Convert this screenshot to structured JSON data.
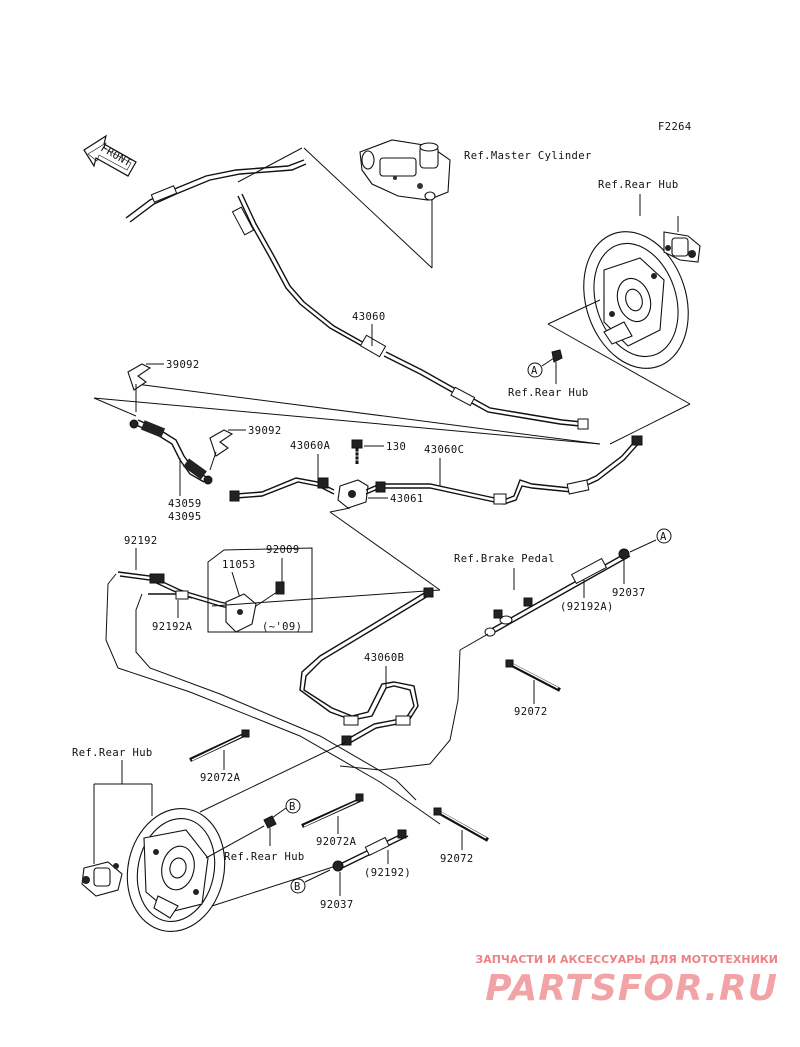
{
  "figure_code": "F2264",
  "front_label": "FRONT",
  "refs": {
    "master_cylinder": "Ref.Master Cylinder",
    "rear_hub_top": "Ref.Rear Hub",
    "rear_hub_mid": "Ref.Rear Hub",
    "brake_pedal": "Ref.Brake Pedal",
    "rear_hub_left": "Ref.Rear Hub",
    "rear_hub_bottom": "Ref.Rear Hub"
  },
  "parts": {
    "p43060": "43060",
    "p39092_a": "39092",
    "p39092_b": "39092",
    "p43060A": "43060A",
    "p130": "130",
    "p43060C": "43060C",
    "p43061": "43061",
    "p43059": "43059",
    "p43095": "43095",
    "p92192": "92192",
    "p92009": "92009",
    "p11053": "11053",
    "p92192A": "92192A",
    "year_note": "(~'09)",
    "p92037_a": "92037",
    "p92192A_paren": "(92192A)",
    "p43060B": "43060B",
    "p92072_a": "92072",
    "p92072A_a": "92072A",
    "p92072A_b": "92072A",
    "p92072_b": "92072",
    "p92192_paren": "(92192)",
    "p92037_b": "92037"
  },
  "callouts": {
    "a_top": "A",
    "a_right": "A",
    "b_top": "B",
    "b_bottom": "B"
  },
  "watermark": {
    "tagline": "ЗАПЧАСТИ И АКСЕССУАРЫ ДЛЯ МОТОТЕХНИКИ",
    "brand": "PARTSFOR.RU",
    "color": "#e8585c"
  }
}
